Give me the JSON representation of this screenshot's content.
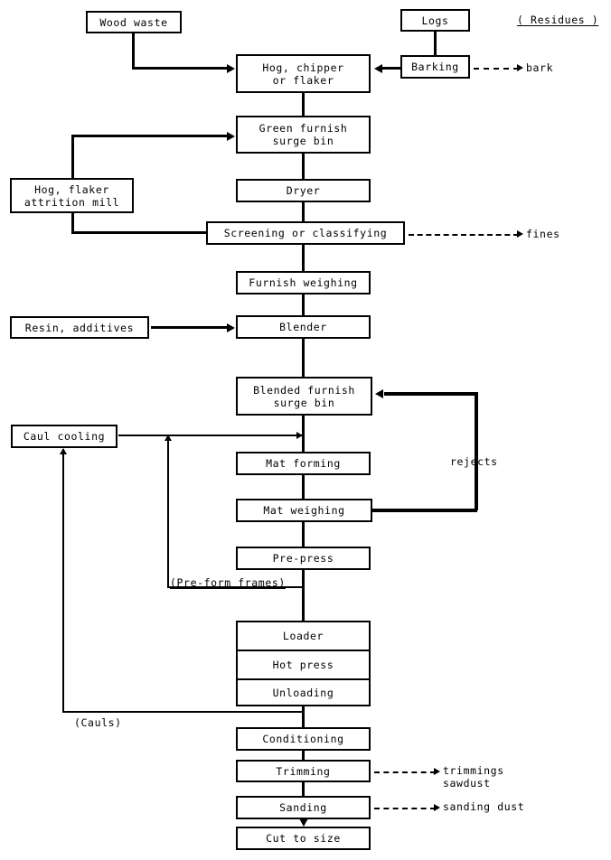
{
  "diagram": {
    "title_note": "( Residues )",
    "nodes": {
      "wood_waste": "Wood waste",
      "logs": "Logs",
      "barking": "Barking",
      "hog_chipper": "Hog, chipper\nor flaker",
      "green_furnish": "Green furnish\nsurge bin",
      "hog_flaker_mill": "Hog, flaker\nattrition mill",
      "dryer": "Dryer",
      "screening": "Screening or classifying",
      "furnish_weighing": "Furnish weighing",
      "resin_additives": "Resin, additives",
      "blender": "Blender",
      "blended_furnish": "Blended furnish\nsurge bin",
      "caul_cooling": "Caul cooling",
      "mat_forming": "Mat forming",
      "mat_weighing": "Mat weighing",
      "pre_press": "Pre-press",
      "loader": "Loader",
      "hot_press": "Hot press",
      "unloading": "Unloading",
      "conditioning": "Conditioning",
      "trimming": "Trimming",
      "sanding": "Sanding",
      "cut_to_size": "Cut to size"
    },
    "stream_labels": {
      "bark": "bark",
      "fines": "fines",
      "rejects": "rejects",
      "pre_form_frames": "(Pre-form frames)",
      "cauls": "(Cauls)",
      "trimmings_sawdust": "trimmings\nsawdust",
      "sanding_dust": "sanding dust"
    },
    "colors": {
      "line": "#000000",
      "background": "#ffffff",
      "text": "#000000"
    }
  }
}
